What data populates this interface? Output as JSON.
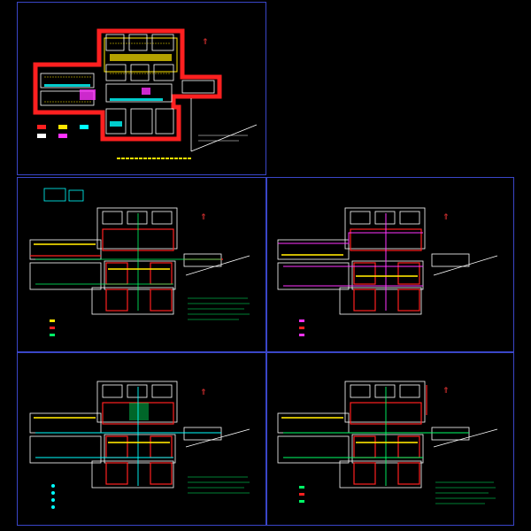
{
  "drawing_sheets": [
    {
      "id": "site-plan-overall",
      "caption": "",
      "has_legend": true,
      "accent": "#ff2020"
    },
    {
      "id": "utility-plan-1",
      "caption": "",
      "has_legend": true,
      "accent": "#00ff66"
    },
    {
      "id": "utility-plan-2",
      "caption": "",
      "has_legend": true,
      "accent": "#ff33ff"
    },
    {
      "id": "utility-plan-3",
      "caption": "",
      "has_legend": true,
      "accent": "#00ffff"
    },
    {
      "id": "utility-plan-4",
      "caption": "",
      "has_legend": true,
      "accent": "#00ff66"
    }
  ],
  "colors": {
    "frame": "#3a46c8",
    "building": "#ffffff",
    "wall": "#ff2020",
    "road": "#ff2020",
    "text": "#ffe600",
    "green": "#00ff66",
    "cyan": "#00ffff",
    "magenta": "#ff33ff"
  },
  "north_symbol": "⇑"
}
